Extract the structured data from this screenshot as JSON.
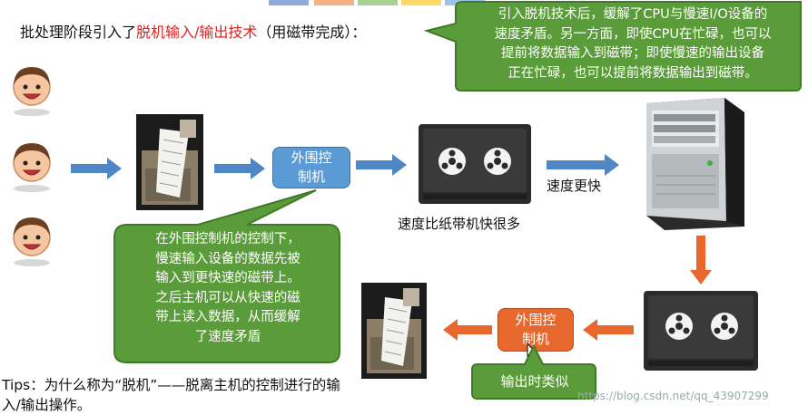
{
  "title": {
    "prefix": "批处理阶段引入了",
    "highlight": "脱机输入/输出技术",
    "suffix": "（用磁带完成）："
  },
  "bubble_top": {
    "lines": [
      "引入脱机技术后，缓解了CPU与慢速I/O设备的",
      "速度矛盾。另一方面，即使CPU在忙碌，也可以",
      "提前将数据输入到磁带；即使慢速的输出设备",
      "正在忙碌，也可以提前将数据输出到磁带。"
    ]
  },
  "bubble_left": {
    "lines": [
      "在外围控制机的控制下，",
      "慢速输入设备的数据先被",
      "输入到更快速的磁带上。",
      "之后主机可以从快速的磁",
      "带上读入数据，从而缓解",
      "了速度矛盾"
    ]
  },
  "peripheral_top": {
    "line1": "外围控",
    "line2": "制机"
  },
  "peripheral_bottom": {
    "line1": "外围控",
    "line2": "制机"
  },
  "label_speed_faster": "速度更快",
  "label_tape_fast": "速度比纸带机快很多",
  "bubble_output": "输出时类似",
  "tips": "Tips：为什么称为“脱机”——脱离主机的控制进行的输入/输出操作。",
  "watermark": "https://blog.csdn.net/qq_43907299",
  "colors": {
    "arrow_blue": "#4f86c6",
    "arrow_orange": "#e8672d",
    "bubble_green": "#5b9c3a",
    "title_red": "#e02020"
  },
  "icons": [
    "face-icon",
    "printer-icon",
    "tape-drive-icon",
    "server-tower-icon"
  ]
}
